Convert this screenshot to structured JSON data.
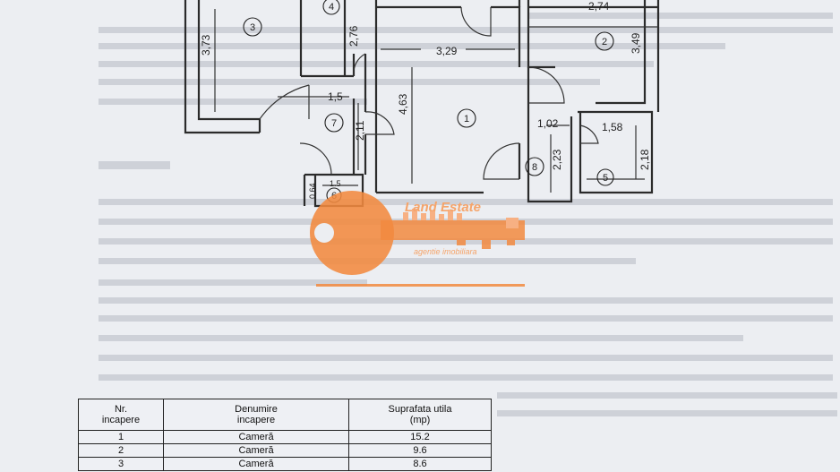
{
  "room_labels": [
    "1",
    "2",
    "3",
    "4",
    "5",
    "6",
    "7",
    "8"
  ],
  "dimensions": [
    "2,74",
    "3,73",
    "2,76",
    "3,29",
    "3,49",
    "1,5",
    "4,63",
    "2,11",
    "1,02",
    "1,58",
    "2,23",
    "2,18",
    "1.5",
    "0,64"
  ],
  "watermark": {
    "brand": "Land Estate",
    "tagline": "agentie imobiliara",
    "color": "#f28a3f"
  },
  "table": {
    "headers": {
      "nr": [
        "Nr.",
        "incapere"
      ],
      "name": [
        "Denumire",
        "incapere"
      ],
      "area": [
        "Suprafata utila",
        "(mp)"
      ]
    },
    "rows": [
      {
        "nr": "1",
        "name": "Cameră",
        "area": "15.2"
      },
      {
        "nr": "2",
        "name": "Cameră",
        "area": "9.6"
      },
      {
        "nr": "3",
        "name": "Cameră",
        "area": "8.6"
      }
    ]
  }
}
